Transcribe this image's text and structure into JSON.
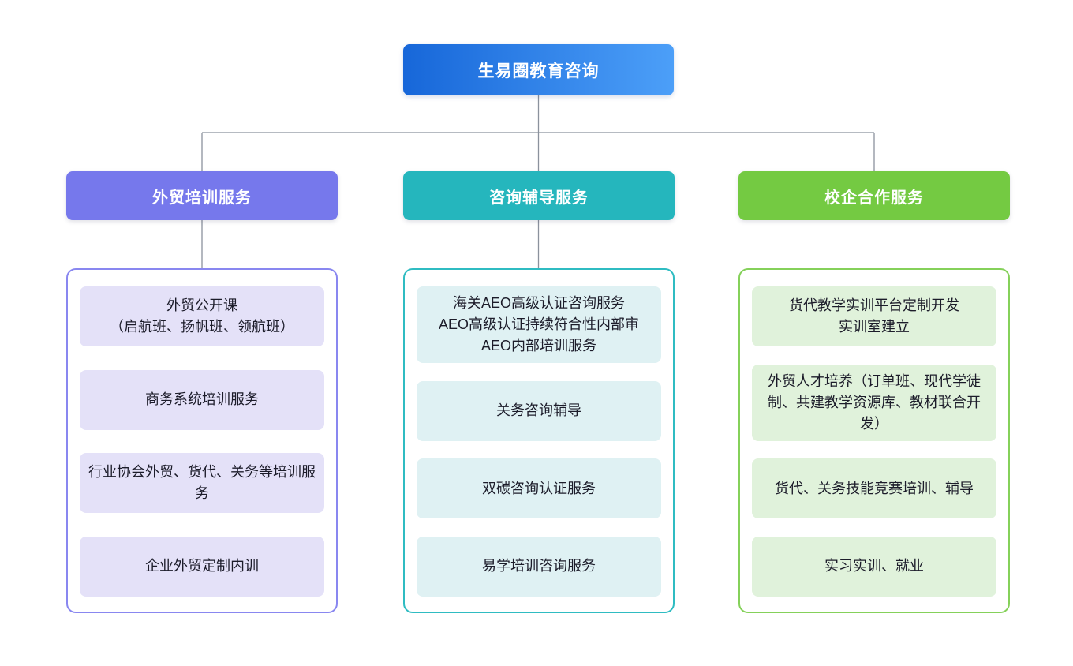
{
  "connector_color": "#8b929d",
  "root": {
    "label": "生易圈教育咨询",
    "gradient_from": "#1767d9",
    "gradient_to": "#4c9ff8"
  },
  "branches": [
    {
      "label": "外贸培训服务",
      "colors": {
        "header": "#7678ec",
        "border": "#8987f0",
        "item_bg": "#e4e1f8"
      },
      "items": [
        "外贸公开课\n（启航班、扬帆班、领航班）",
        "商务系统培训服务",
        "行业协会外贸、货代、关务等培训服务",
        "企业外贸定制内训"
      ]
    },
    {
      "label": "咨询辅导服务",
      "colors": {
        "header": "#25b6bd",
        "border": "#2fbcc2",
        "item_bg": "#dff1f3"
      },
      "items": [
        "海关AEO高级认证咨询服务\nAEO高级认证持续符合性内部审\nAEO内部培训服务",
        "关务咨询辅导",
        "双碳咨询认证服务",
        "易学培训咨询服务"
      ]
    },
    {
      "label": "校企合作服务",
      "colors": {
        "header": "#74ca42",
        "border": "#85d15a",
        "item_bg": "#e0f2db"
      },
      "items": [
        "货代教学实训平台定制开发\n实训室建立",
        "外贸人才培养（订单班、现代学徒制、共建教学资源库、教材联合开发）",
        "货代、关务技能竞赛培训、辅导",
        "实习实训、就业"
      ]
    }
  ]
}
